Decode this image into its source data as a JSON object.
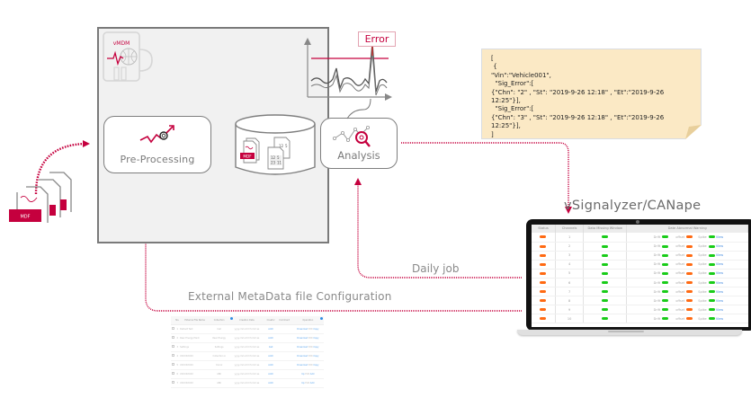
{
  "diagram": {
    "main_box": {
      "logo_text": "vMDM",
      "stages": [
        {
          "id": "pre-processing",
          "label": "Pre-Processing"
        },
        {
          "id": "storage",
          "label": ""
        },
        {
          "id": "analysis",
          "label": "Analysis"
        }
      ],
      "storage_file_badge": "MDF",
      "storage_table_cells": [
        "12",
        "5",
        "23",
        "11"
      ],
      "error_label": "Error"
    },
    "input_files": {
      "badge": "MDF"
    },
    "result_note": {
      "lines": [
        "[",
        " {",
        "\"Vin\":\"Vehicle001\",",
        "  \"Sig_Error\":[",
        "{\"Chn\": \"2\" , \"St\": \"2019-9-26 12:18\" , \"Et\":\"2019-9-26",
        "12:25\"}],",
        "  \"Sig_Error\":[",
        "{\"Chn\": \"3\" , \"St\": \"2019-9-26 12:18\" , \"Et\":\"2019-9-26",
        "12:25\"}],",
        "]"
      ]
    },
    "labels": {
      "viewer_title": "vSignalyzer/CANape",
      "daily_job": "Daily job",
      "external_config": "External MetaData file Configuration"
    },
    "colors": {
      "accent": "#c5003e",
      "frame": "#7a7a7a",
      "note_bg": "#fbe9c5",
      "status_orange": "#ff6a13",
      "status_green": "#19cc19",
      "link_blue": "#4a8ee0"
    }
  },
  "viewer_table": {
    "headers": [
      "Status",
      "Channels",
      "Data Missing Window",
      "Date Abnormal Warning"
    ],
    "warning_labels": [
      "Drift",
      "offset",
      "Spike"
    ],
    "view_label": "View",
    "rows": [
      {
        "channel": "1",
        "status": "orange",
        "missing": "green",
        "drift": "green",
        "offset": "orange",
        "spike": "green"
      },
      {
        "channel": "2",
        "status": "orange",
        "missing": "green",
        "drift": "green",
        "offset": "orange",
        "spike": "green"
      },
      {
        "channel": "3",
        "status": "orange",
        "missing": "green",
        "drift": "green",
        "offset": "orange",
        "spike": "green"
      },
      {
        "channel": "4",
        "status": "orange",
        "missing": "green",
        "drift": "green",
        "offset": "orange",
        "spike": "green"
      },
      {
        "channel": "5",
        "status": "orange",
        "missing": "green",
        "drift": "green",
        "offset": "orange",
        "spike": "green"
      },
      {
        "channel": "6",
        "status": "orange",
        "missing": "green",
        "drift": "green",
        "offset": "orange",
        "spike": "green"
      },
      {
        "channel": "7",
        "status": "orange",
        "missing": "green",
        "drift": "green",
        "offset": "orange",
        "spike": "green"
      },
      {
        "channel": "8",
        "status": "orange",
        "missing": "green",
        "drift": "green",
        "offset": "orange",
        "spike": "green"
      },
      {
        "channel": "9",
        "status": "orange",
        "missing": "green",
        "drift": "green",
        "offset": "orange",
        "spike": "green"
      },
      {
        "channel": "10",
        "status": "orange",
        "missing": "green",
        "drift": "green",
        "offset": "orange",
        "spike": "green"
      }
    ]
  },
  "metadata_table": {
    "headers": [
      "",
      "No.",
      "External File Name",
      "Collection",
      "Creation Date",
      "Creator",
      "Comment",
      "Operation"
    ],
    "rows": [
      {
        "no": "1",
        "name": "Default Text",
        "collection": "Cell",
        "date": "yyyy-mm-dd hh:mm:ss",
        "creator": "Addr",
        "ops": [
          "Download",
          "Edit",
          "Copy"
        ]
      },
      {
        "no": "2",
        "name": "Rear Energy Plant",
        "collection": "Rear Energy",
        "date": "yyyy-mm-dd hh:mm:ss",
        "creator": "Addr",
        "ops": [
          "Download",
          "Edit",
          "Copy"
        ]
      },
      {
        "no": "3",
        "name": "Settings",
        "collection": "Settings",
        "date": "yyyy-mm-dd hh:mm:ss",
        "creator": "Cell",
        "ops": [
          "Download",
          "Edit",
          "Copy"
        ]
      },
      {
        "no": "4",
        "name": "XXXXXXXXX",
        "collection": "Collection A",
        "date": "yyyy-mm-dd hh:mm:ss",
        "creator": "Addr",
        "ops": [
          "Download",
          "Edit",
          "Copy"
        ]
      },
      {
        "no": "5",
        "name": "XXXXXXXXX",
        "collection": "Xxxxx",
        "date": "yyyy-mm-dd hh:mm:ss",
        "creator": "Addr",
        "ops": [
          "Download",
          "Edit",
          "Copy"
        ]
      },
      {
        "no": "6",
        "name": "XXXXXXXXX",
        "collection": "ABC",
        "date": "yyyy-mm-dd hh:mm:ss",
        "creator": "Addr",
        "ops": [
          "Up",
          "Edit",
          "Add"
        ]
      },
      {
        "no": "7",
        "name": "XXXXXXXXX",
        "collection": "ABC",
        "date": "yyyy-mm-dd hh:mm:ss",
        "creator": "Addr",
        "ops": [
          "Up",
          "Edit",
          "Add"
        ]
      }
    ]
  }
}
